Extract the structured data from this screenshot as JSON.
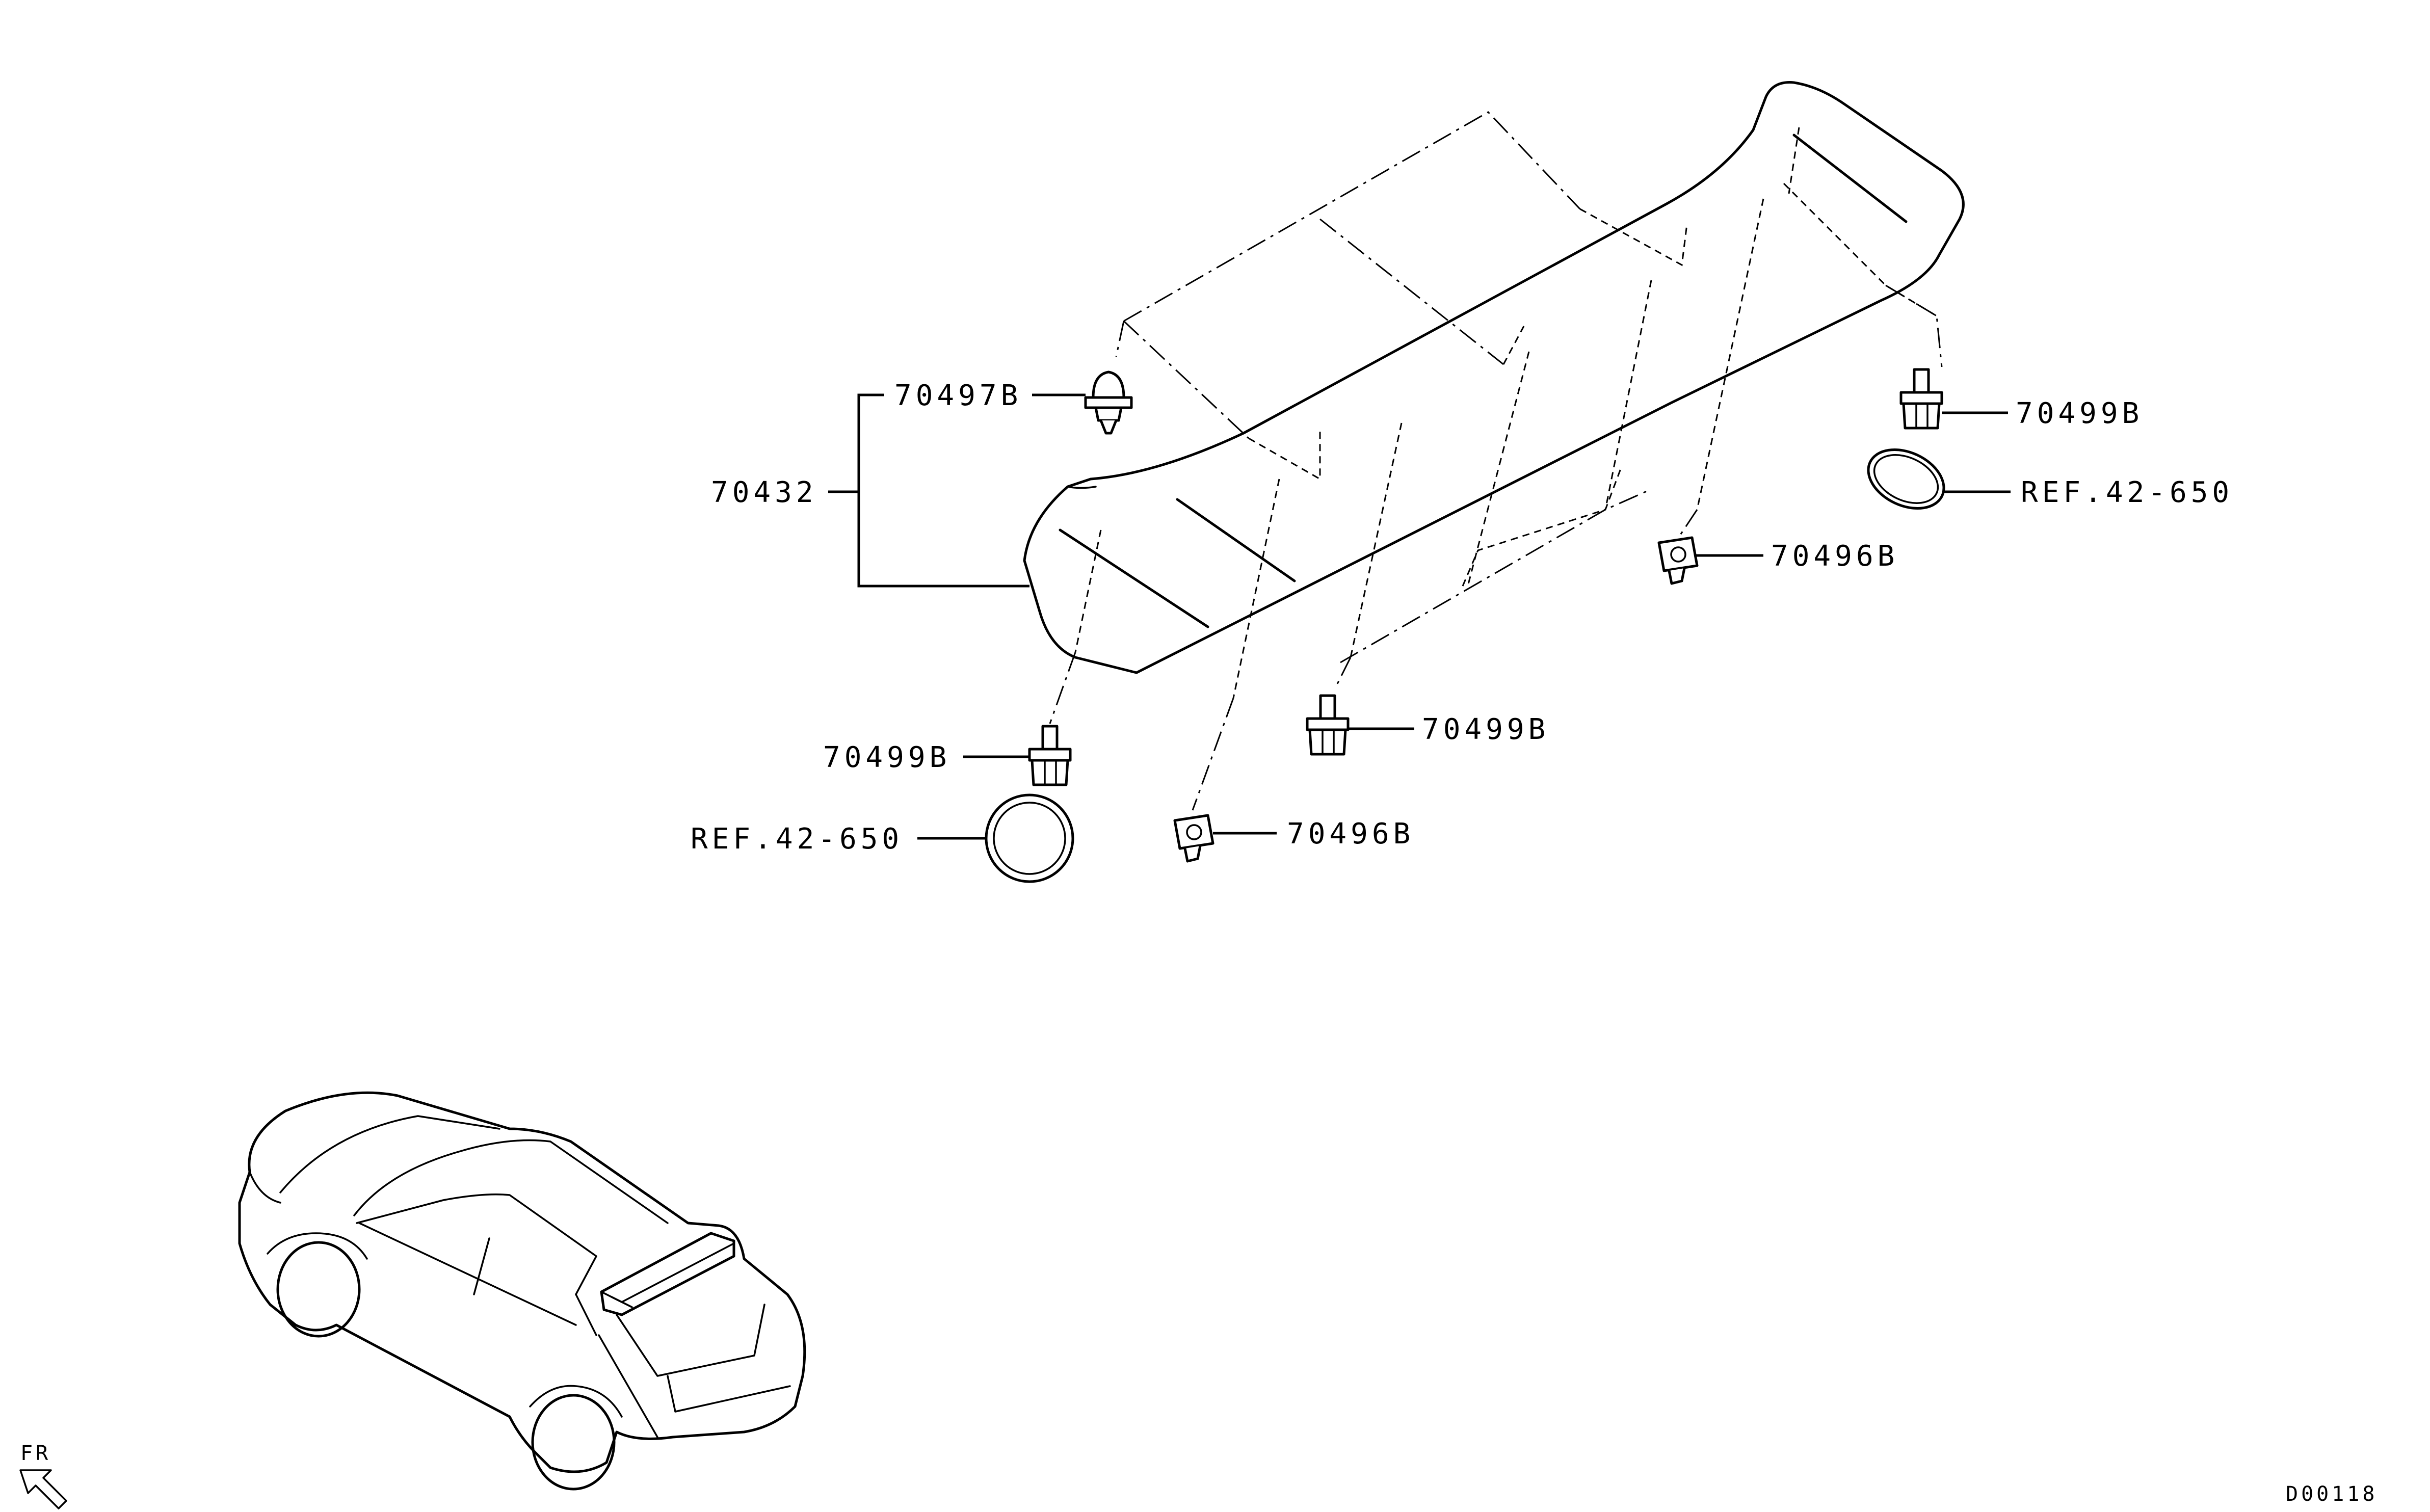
{
  "labels": {
    "assembly": "70432",
    "clip_top_left": "70497B",
    "bolt_right": "70499B",
    "ref_right": "REF.42-650",
    "clip_right": "70496B",
    "bolt_center": "70499B",
    "bolt_left": "70499B",
    "ref_left": "REF.42-650",
    "clip_bottom": "70496B"
  },
  "front_indicator": "FR",
  "drawing_code": "D00118"
}
